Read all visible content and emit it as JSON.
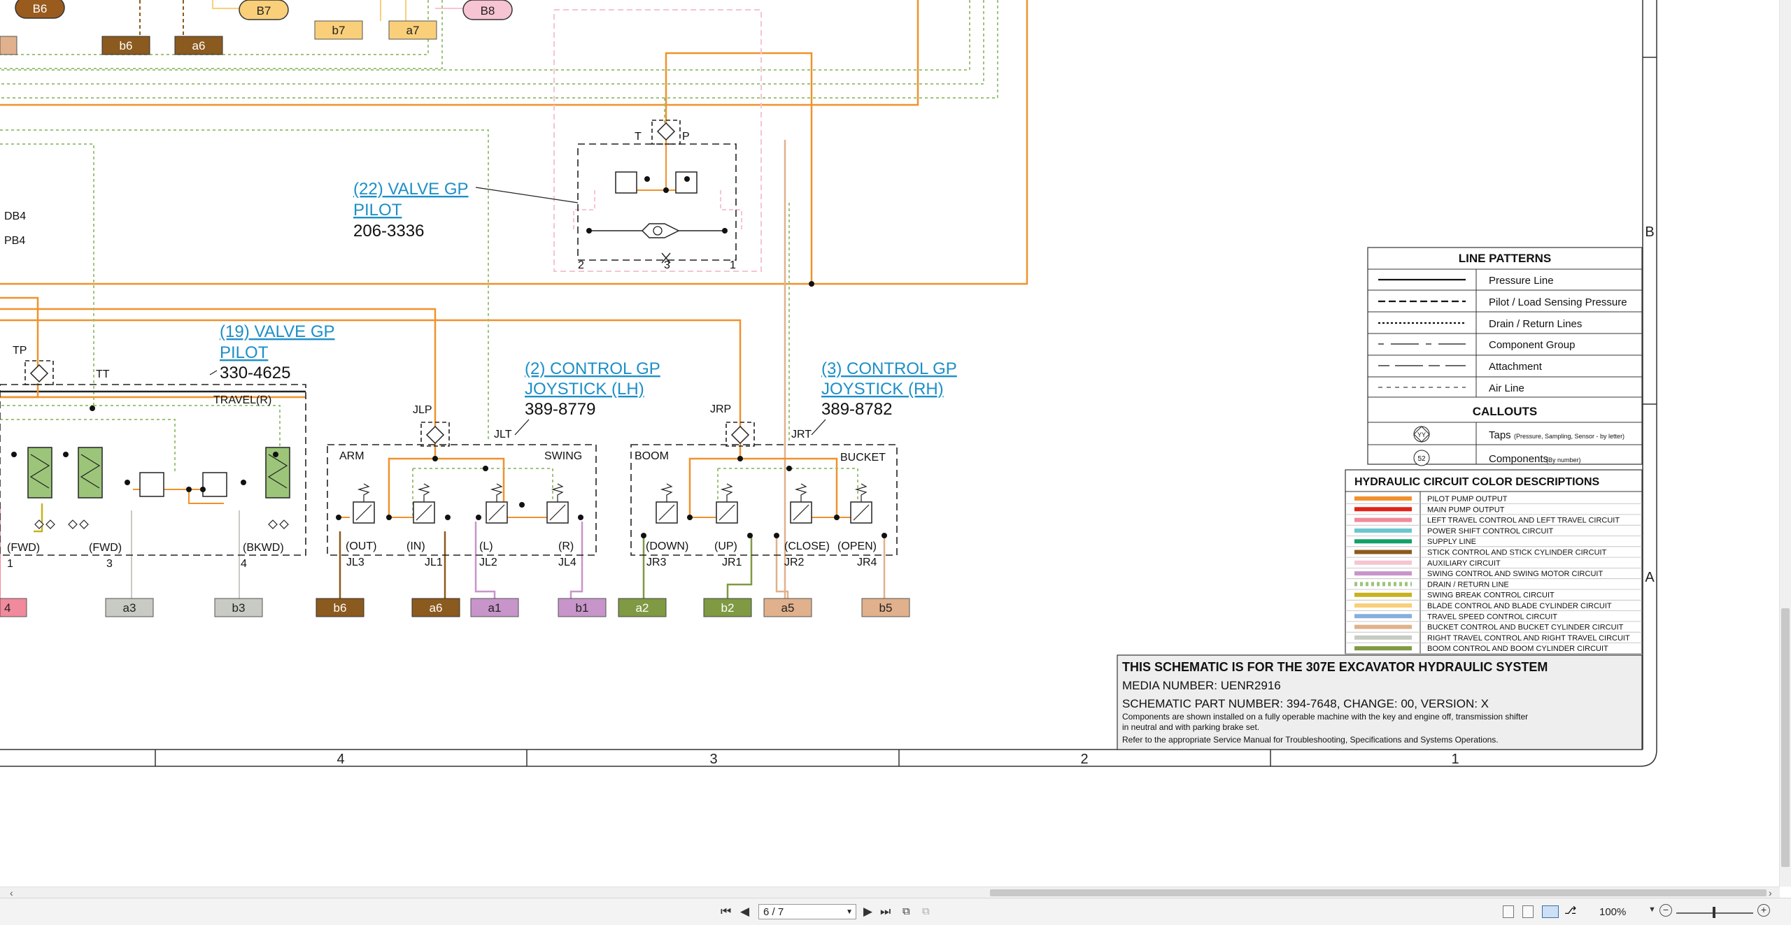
{
  "diagram": {
    "connectors_top": [
      "B6",
      "B7",
      "B8"
    ],
    "ports_top": [
      "b6",
      "a6",
      "b7",
      "a7"
    ],
    "left_labels": [
      "DB4",
      "PB4"
    ],
    "zone_b": "B",
    "zone_a": "A",
    "columns": [
      "4",
      "3",
      "2",
      "1"
    ],
    "valve22": {
      "title1": "(22) VALVE GP",
      "title2": "PILOT",
      "part": "206-3336",
      "t": "T",
      "p": "P",
      "n2": "2",
      "n3": "3",
      "n1": "1"
    },
    "valve19": {
      "title1": "(19) VALVE GP",
      "title2": "PILOT",
      "part": "330-4625",
      "tp": "TP",
      "tt": "TT",
      "travel": "TRAVEL(R)",
      "fwd1": "(FWD)",
      "fwd2": "(FWD)",
      "bkwd": "(BKWD)",
      "n1": "1",
      "n3": "3",
      "n4": "4"
    },
    "joy_lh": {
      "title1": "(2) CONTROL GP",
      "title2": "JOYSTICK (LH)",
      "part": "389-8779",
      "jlp": "JLP",
      "jlt": "JLT",
      "arm": "ARM",
      "swing": "SWING",
      "out": "(OUT)",
      "in": "(IN)",
      "l": "(L)",
      "r": "(R)",
      "jl3": "JL3",
      "jl1": "JL1",
      "jl2": "JL2",
      "jl4": "JL4"
    },
    "joy_rh": {
      "title1": "(3) CONTROL GP",
      "title2": "JOYSTICK (RH)",
      "part": "389-8782",
      "jrp": "JRP",
      "jrt": "JRT",
      "boom": "BOOM",
      "bucket": "BUCKET",
      "down": "(DOWN)",
      "up": "(UP)",
      "close": "(CLOSE)",
      "open": "(OPEN)",
      "jr3": "JR3",
      "jr1": "JR1",
      "jr2": "JR2",
      "jr4": "JR4"
    },
    "ports_bottom": [
      "4",
      "a3",
      "b3",
      "b6",
      "a6",
      "a1",
      "b1",
      "a2",
      "b2",
      "a5",
      "b5"
    ],
    "line_patterns": {
      "title": "LINE PATTERNS",
      "items": [
        "Pressure Line",
        "Pilot / Load Sensing Pressure",
        "Drain / Return Lines",
        "Component Group",
        "Attachment",
        "Air Line"
      ],
      "callouts_title": "CALLOUTS",
      "taps": "Taps",
      "taps_note": "(Pressure, Sampling, Sensor - by letter)",
      "taps_sym": "YY",
      "components": "Components",
      "components_note": "(By number)",
      "components_sym": "52"
    },
    "color_desc": {
      "title": "HYDRAULIC CIRCUIT COLOR DESCRIPTIONS",
      "items": [
        {
          "label": "PILOT PUMP OUTPUT",
          "color": "#f0922c"
        },
        {
          "label": "MAIN PUMP OUTPUT",
          "color": "#e2231a"
        },
        {
          "label": "LEFT TRAVEL CONTROL AND LEFT TRAVEL CIRCUIT",
          "color": "#f18a9c"
        },
        {
          "label": "POWER SHIFT CONTROL CIRCUIT",
          "color": "#6cc5d0"
        },
        {
          "label": "SUPPLY LINE",
          "color": "#14a06a"
        },
        {
          "label": "STICK CONTROL AND STICK CYLINDER CIRCUIT",
          "color": "#8b5a1e"
        },
        {
          "label": "AUXILIARY CIRCUIT",
          "color": "#f6c4d2"
        },
        {
          "label": "SWING CONTROL AND SWING MOTOR  CIRCUIT",
          "color": "#c795c9"
        },
        {
          "label": "DRAIN / RETURN LINE",
          "color": "#9cc57a"
        },
        {
          "label": "SWING BREAK CONTROL CIRCUIT",
          "color": "#c7b21e"
        },
        {
          "label": "BLADE CONTROL AND BLADE CYLINDER CIRCUIT",
          "color": "#f9cf7a"
        },
        {
          "label": "TRAVEL SPEED CONTROL CIRCUIT",
          "color": "#86aede"
        },
        {
          "label": "BUCKET CONTROL AND BUCKET CYLINDER CIRCUIT",
          "color": "#e0b18c"
        },
        {
          "label": "RIGHT TRAVEL CONTROL AND RIGHT TRAVEL CIRCUIT",
          "color": "#c7cbc3"
        },
        {
          "label": "BOOM CONTROL AND BOOM CYLINDER CIRCUIT",
          "color": "#7f9a43"
        }
      ]
    },
    "title_block": {
      "heading": "THIS SCHEMATIC IS FOR THE 307E EXCAVATOR HYDRAULIC SYSTEM",
      "media": "MEDIA NUMBER: UENR2916",
      "part": "SCHEMATIC PART NUMBER: 394-7648, CHANGE: 00, VERSION: X",
      "note1": "Components are shown installed on a fully operable machine with the key and engine off, transmission shifter",
      "note2": "in neutral and with parking brake set.",
      "note3": "Refer to the appropriate Service Manual for Troubleshooting, Specifications and Systems Operations."
    }
  },
  "toolbar": {
    "page": "6 / 7",
    "zoom": "100%"
  }
}
